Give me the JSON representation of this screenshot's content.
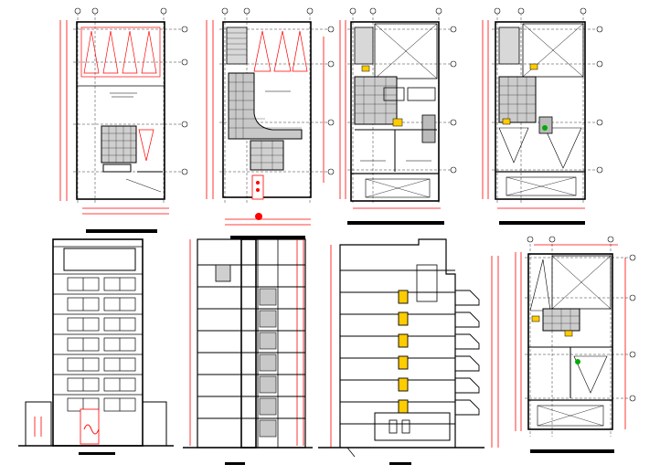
{
  "sheet": {
    "background": "#ffffff",
    "ink": "#000000",
    "dimension_color": "#ff0000",
    "accent_color": "#ffcc00",
    "hatch_color": "#000000"
  },
  "drawings": [
    {
      "id": "plan-1",
      "kind": "floor-plan"
    },
    {
      "id": "plan-2",
      "kind": "floor-plan"
    },
    {
      "id": "plan-3",
      "kind": "floor-plan"
    },
    {
      "id": "plan-4",
      "kind": "floor-plan"
    },
    {
      "id": "elevation-front",
      "kind": "elevation"
    },
    {
      "id": "section-a",
      "kind": "section"
    },
    {
      "id": "section-b",
      "kind": "section"
    },
    {
      "id": "plan-roof",
      "kind": "floor-plan"
    }
  ]
}
